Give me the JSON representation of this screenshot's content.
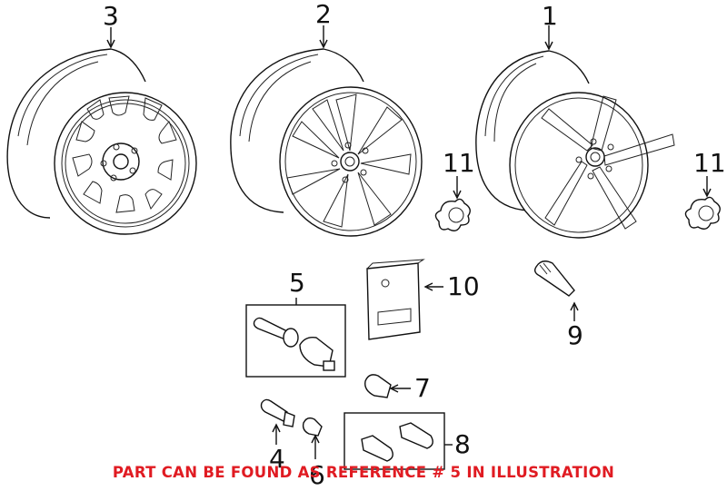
{
  "diagram": {
    "type": "exploded parts illustration",
    "subject": "wheels and wheel hardware",
    "callouts": [
      {
        "ref": "1",
        "part": "wheel (5-spoke alloy)"
      },
      {
        "ref": "2",
        "part": "wheel (multi-spoke alloy)"
      },
      {
        "ref": "3",
        "part": "wheel (10-window)"
      },
      {
        "ref": "4",
        "part": "wheel bolt"
      },
      {
        "ref": "5",
        "part": "locking bolt set"
      },
      {
        "ref": "6",
        "part": "bolt cap"
      },
      {
        "ref": "7",
        "part": "bolt cap"
      },
      {
        "ref": "8",
        "part": "bolt cap tool set"
      },
      {
        "ref": "9",
        "part": "valve stem"
      },
      {
        "ref": "10",
        "part": "lock bolt kit package"
      },
      {
        "ref": "11",
        "part": "center cap"
      },
      {
        "ref": "11b",
        "part": "center cap"
      }
    ],
    "labels": {
      "c1": "1",
      "c2": "2",
      "c3": "3",
      "c4": "4",
      "c5": "5",
      "c6": "6",
      "c7": "7",
      "c8": "8",
      "c9": "9",
      "c10": "10",
      "c11a": "11",
      "c11b": "11"
    }
  },
  "notice": {
    "text": "PART CAN BE FOUND AS REFERENCE # 5 IN ILLUSTRATION",
    "color": "#e01b22"
  }
}
